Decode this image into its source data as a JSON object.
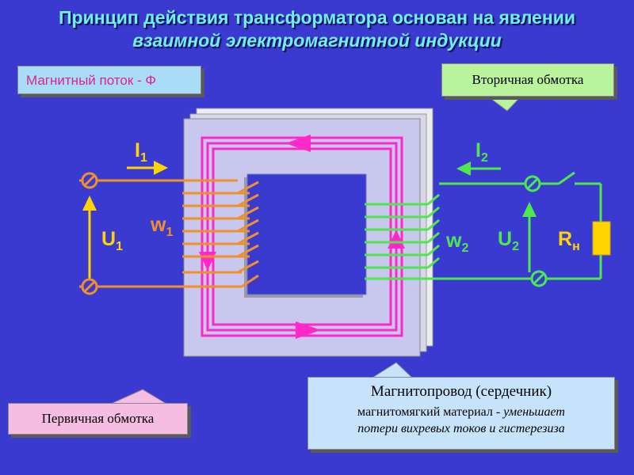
{
  "title": {
    "line1": "Принцип действия трансформатора основан на явлении",
    "line2": "взаимной электромагнитной индукции"
  },
  "callouts": {
    "flux": "Магнитный поток - Φ",
    "secondary": "Вторичная обмотка",
    "primary": "Первичная обмотка",
    "core_title": "Магнитопровод (сердечник)",
    "core_desc_plain": "магнитомягкий материал - ",
    "core_desc_italic1": "уменьшает",
    "core_desc_italic2": "потери вихревых токов и гистерезиза"
  },
  "labels": {
    "I1": "I",
    "I1_sub": "1",
    "I2": "I",
    "I2_sub": "2",
    "U1": "U",
    "U1_sub": "1",
    "U2": "U",
    "U2_sub": "2",
    "w1": "w",
    "w1_sub": "1",
    "w2": "w",
    "w2_sub": "2",
    "Rn": "R",
    "Rn_sub": "н"
  },
  "colors": {
    "background": "#3a3ad0",
    "title": "#6ff0f5",
    "core": "#c8c8ee",
    "flux": "#ff28c8",
    "primary_winding": "#f0902a",
    "secondary_winding": "#4ee84e",
    "load": "#ffd400"
  }
}
